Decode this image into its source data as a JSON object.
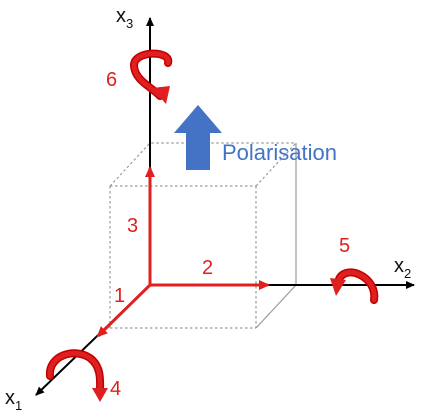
{
  "axes": {
    "x1": {
      "main": "x",
      "sub": "1"
    },
    "x2": {
      "main": "x",
      "sub": "2"
    },
    "x3": {
      "main": "x",
      "sub": "3"
    }
  },
  "direction_labels": [
    "1",
    "2",
    "3",
    "4",
    "5",
    "6"
  ],
  "polarisation_label": "Polarisation",
  "colors": {
    "axis": "#000000",
    "vector_red": "#e02020",
    "polarisation_blue": "#4472c4",
    "cube_grey": "#9a9a9a"
  },
  "icons": [
    "polarisation-arrow-icon",
    "rotation-arrow-icon"
  ]
}
